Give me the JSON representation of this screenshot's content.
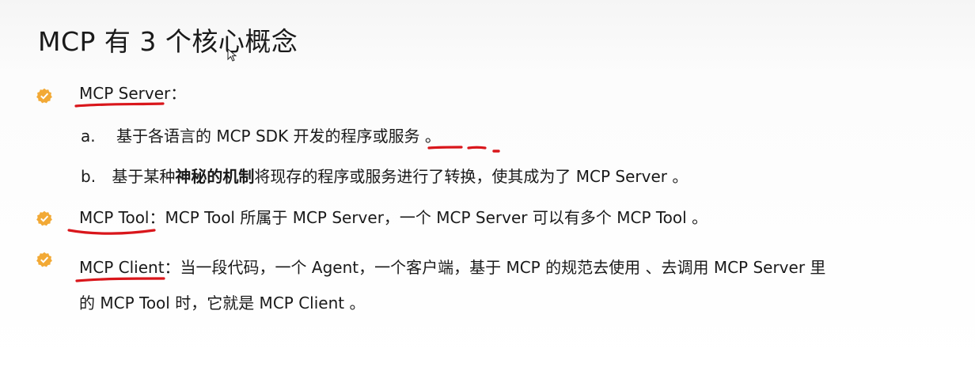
{
  "title": "MCP 有 3 个核心概念",
  "bullets": [
    {
      "term": "MCP Server",
      "colon": "：",
      "sub_items": [
        {
          "marker": "a.",
          "text_a": "基于各语言的 MCP SDK 开发的程序",
          "text_b": "或",
          "text_c": "服务",
          "text_d": " 。"
        },
        {
          "marker": "b.",
          "text_a": "基于某种",
          "text_bold": "神秘的机制",
          "text_c": "将现存的程序或服务进行了转换，使其成为了 MCP Server 。"
        }
      ]
    },
    {
      "term": "MCP Tool",
      "colon": "：",
      "text": "MCP Tool 所属于 MCP Server，一个 MCP Server 可以有多个 MCP Tool 。"
    },
    {
      "term": "MCP Client",
      "colon": "：",
      "text": "当一段代码，一个 Agent，一个客户端，基于 MCP 的规范去使用 、去调用 MCP Server 里",
      "text_cont": "的 MCP Tool 时，它就是 MCP Client 。"
    }
  ],
  "colors": {
    "bullet": "#f2a935",
    "bullet_check": "#ffffff",
    "annotation": "#d9161b",
    "text": "#1a1a1a"
  },
  "icons": [
    "checkmark-badge-icon",
    "mouse-cursor-icon"
  ]
}
